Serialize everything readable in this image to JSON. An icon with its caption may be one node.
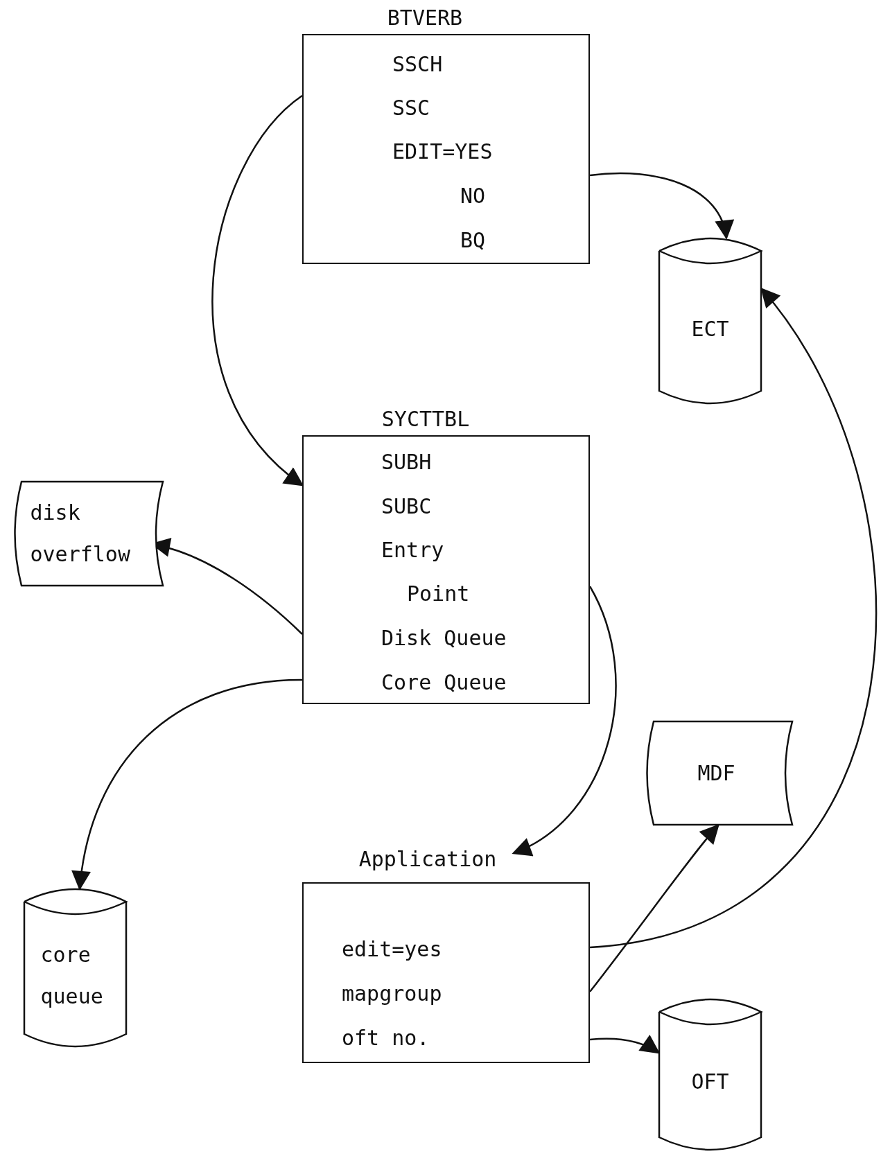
{
  "diagram": {
    "nodes": [
      {
        "text": [
          "BTVERB",
          "SSCH",
          "SSC",
          "EDIT=YES",
          "NO",
          "BQ"
        ]
      },
      {
        "text": [
          "ECT"
        ]
      },
      {
        "text": [
          "SYCTTBL",
          "SUBH",
          "SUBC",
          "Entry",
          "Point",
          "Disk Queue",
          "Core Queue"
        ]
      },
      {
        "text": [
          "disk overflow"
        ]
      },
      {
        "text": [
          "MDF"
        ]
      },
      {
        "text": [
          "Application",
          "edit=yes",
          "mapgroup",
          "oft no."
        ]
      },
      {
        "text": [
          "core queue"
        ]
      },
      {
        "text": [
          "OFT"
        ]
      }
    ],
    "edges": [
      {
        "from": 0,
        "to": 2,
        "arrow": "to"
      },
      {
        "from": 0,
        "to": 1,
        "arrow": "to"
      },
      {
        "from": 2,
        "to": 3,
        "arrow": "to"
      },
      {
        "from": 2,
        "to": 6,
        "arrow": "to"
      },
      {
        "from": 2,
        "to": 5,
        "arrow": "to"
      },
      {
        "from": 5,
        "to": 1,
        "arrow": "to"
      },
      {
        "from": 5,
        "to": 4,
        "arrow": "to"
      },
      {
        "from": 5,
        "to": 7,
        "arrow": "to"
      }
    ]
  }
}
